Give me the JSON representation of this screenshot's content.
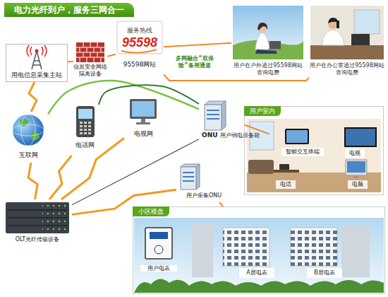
{
  "diagram": {
    "title": "电力光纤到户，服务三网合一",
    "nodes": [
      {
        "text": [
          "用电信息采集主站"
        ]
      },
      {
        "text": [
          "信息安全网络隔离设备"
        ]
      },
      {
        "text": [
          "服务热线",
          "95598",
          "95598网站"
        ]
      },
      {
        "text": [
          "用户在户外通过95598网站查询电费"
        ]
      },
      {
        "text": [
          "用户在办公室通过95598网站查询电费"
        ]
      },
      {
        "text": [
          "互联网"
        ]
      },
      {
        "text": [
          "电话网"
        ]
      },
      {
        "text": [
          "电视网"
        ]
      },
      {
        "text": [
          "ONU",
          "用户弱电设备箱"
        ]
      },
      {
        "text": [
          "用户室内"
        ]
      },
      {
        "text": [
          "智能交互终端"
        ],
        "in": 9
      },
      {
        "text": [
          "电视"
        ],
        "in": 9
      },
      {
        "text": [
          "电话"
        ],
        "in": 9
      },
      {
        "text": [
          "电脑"
        ],
        "in": 9
      },
      {
        "text": [
          "用户采集ONU"
        ]
      },
      {
        "text": [
          "OLT光纤传输设备"
        ]
      },
      {
        "text": [
          "小区楼盘"
        ]
      },
      {
        "text": [
          "用户电表"
        ],
        "in": 16
      },
      {
        "text": [
          "A层电表"
        ],
        "in": 16
      },
      {
        "text": [
          "B层电表"
        ],
        "in": 16
      }
    ],
    "edges": [
      {
        "from": 0,
        "to": 1,
        "arrow": "none"
      },
      {
        "from": 1,
        "to": 2,
        "arrow": "none"
      },
      {
        "from": 2,
        "to": 3,
        "arrow": "none"
      },
      {
        "from": 2,
        "to": 4,
        "arrow": "none"
      },
      {
        "from": 8,
        "to": 9,
        "arrow": "none"
      },
      {
        "from": 5,
        "to": 8,
        "arrow": "none"
      },
      {
        "from": 6,
        "to": 8,
        "arrow": "none"
      },
      {
        "from": 0,
        "to": 5,
        "arrow": "none"
      },
      {
        "from": 15,
        "to": 5,
        "arrow": "none"
      },
      {
        "from": 15,
        "to": 6,
        "arrow": "none"
      },
      {
        "from": 15,
        "to": 7,
        "arrow": "none"
      },
      {
        "from": 15,
        "to": 14,
        "arrow": "none"
      },
      {
        "from": 8,
        "to": 15,
        "arrow": "none"
      },
      {
        "from": 14,
        "to": 16,
        "arrow": "none"
      }
    ],
    "labels": [
      "多网融合“双保险”备用通道"
    ]
  }
}
